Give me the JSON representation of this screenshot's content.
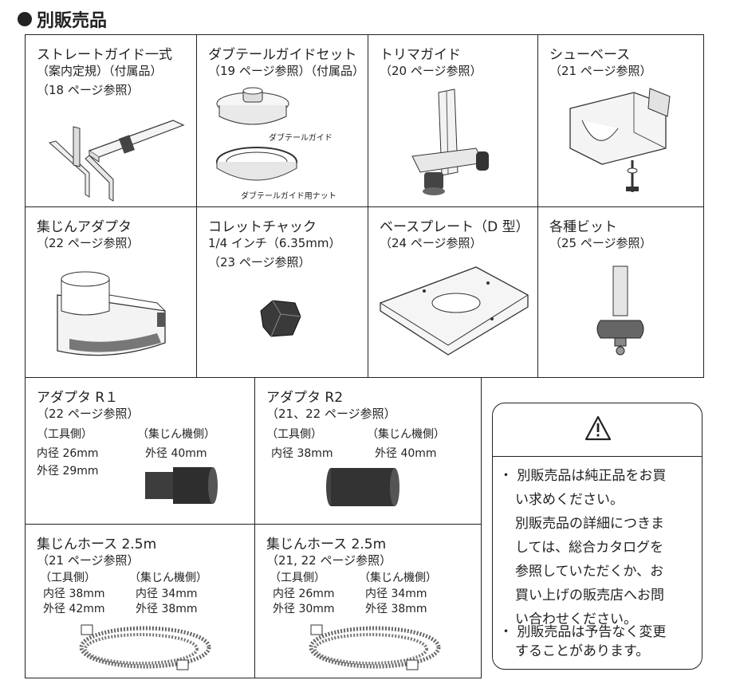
{
  "heading": "別販売品",
  "items": [
    {
      "lines": [
        "ストレートガイド一式",
        "（案内定規）（付属品）",
        "（18 ページ参照）"
      ]
    },
    {
      "lines": [
        "ダブテールガイドセット",
        "（19 ページ参照）（付属品）"
      ],
      "parts": [
        "ダブテールガイド",
        "ダブテールガイド用ナット"
      ]
    },
    {
      "lines": [
        "トリマガイド",
        "（20 ページ参照）"
      ]
    },
    {
      "lines": [
        "シューベース",
        "（21 ページ参照）"
      ]
    },
    {
      "lines": [
        "集じんアダプタ",
        "（22 ページ参照）"
      ]
    },
    {
      "lines": [
        "コレットチャック",
        "1/4 インチ（6.35mm）",
        "（23 ページ参照）"
      ]
    },
    {
      "lines": [
        "ベースプレート（D 型）",
        "（24 ページ参照）"
      ]
    },
    {
      "lines": [
        "各種ビット",
        "（25 ページ参照）"
      ]
    }
  ],
  "adapters": [
    {
      "title": "アダプタ R１",
      "ref": "（22 ページ参照）",
      "tool_head": "（工具側）",
      "dust_head": "（集じん機側）",
      "tool_vals": [
        "内径 26mm",
        "外径 29mm"
      ],
      "dust_vals": [
        "外径 40mm"
      ]
    },
    {
      "title": "アダプタ R2",
      "ref": "（21、22 ページ参照）",
      "tool_head": "（工具側）",
      "dust_head": "（集じん機側）",
      "tool_vals": [
        "内径 38mm"
      ],
      "dust_vals": [
        "外径 40mm"
      ]
    }
  ],
  "hoses": [
    {
      "title": "集じんホース 2.5m",
      "ref": "（21 ページ参照）",
      "tool_head": "（工具側）",
      "dust_head": "（集じん機側）",
      "tool_vals": [
        "内径 38mm",
        "外径 42mm"
      ],
      "dust_vals": [
        "内径 34mm",
        "外径 38mm"
      ]
    },
    {
      "title": "集じんホース 2.5m",
      "ref": "（21, 22 ページ参照）",
      "tool_head": "（工具側）",
      "dust_head": "（集じん機側）",
      "tool_vals": [
        "内径 26mm",
        "外径 30mm"
      ],
      "dust_vals": [
        "内径 34mm",
        "外径 38mm"
      ]
    }
  ],
  "caution": {
    "icon": "warning-triangle-icon",
    "lines": [
      "・ 別販売品は純正品をお買",
      "い求めください。",
      "別販売品の詳細につきま",
      "しては、総合カタログを",
      "参照していただくか、お",
      "買い上げの販売店へお問",
      "い合わせください。",
      "・ 別販売品は予告なく変更",
      "することがあります。"
    ]
  }
}
